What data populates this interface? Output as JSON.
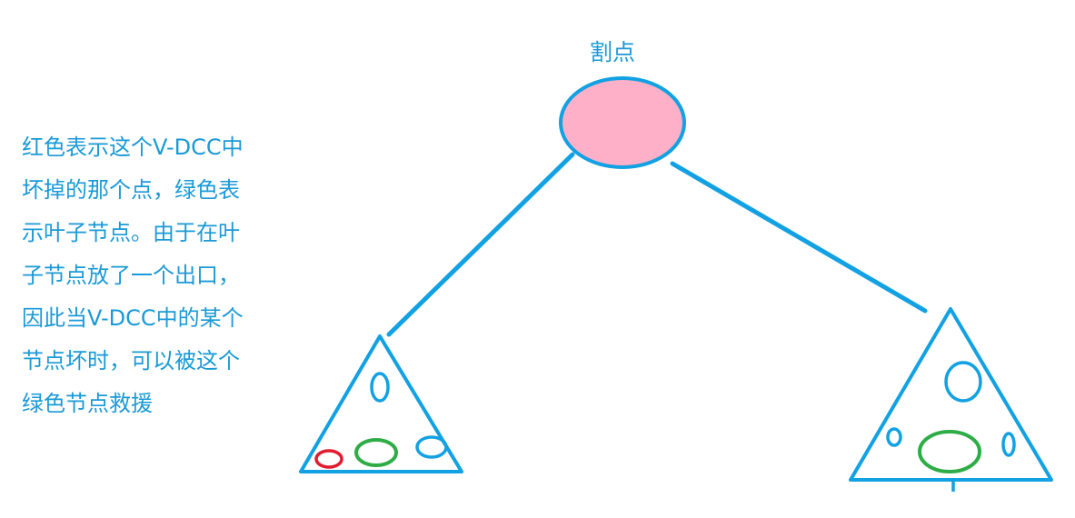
{
  "colors": {
    "outline": "#12a1e2",
    "text": "#1a9ad6",
    "cut_fill": "#fdb0c8",
    "broken": "#e11c2f",
    "leaf": "#2ead47"
  },
  "diagram": {
    "cut_vertex_label": "割点",
    "annotation_lines": [
      "红色表示这个V-DCC中",
      "坏掉的那个点，绿色表",
      "示叶子节点。由于在叶",
      "子节点放了一个出口，",
      "因此当V-DCC中的某个",
      "节点坏时，可以被这个",
      "绿色节点救援"
    ]
  }
}
